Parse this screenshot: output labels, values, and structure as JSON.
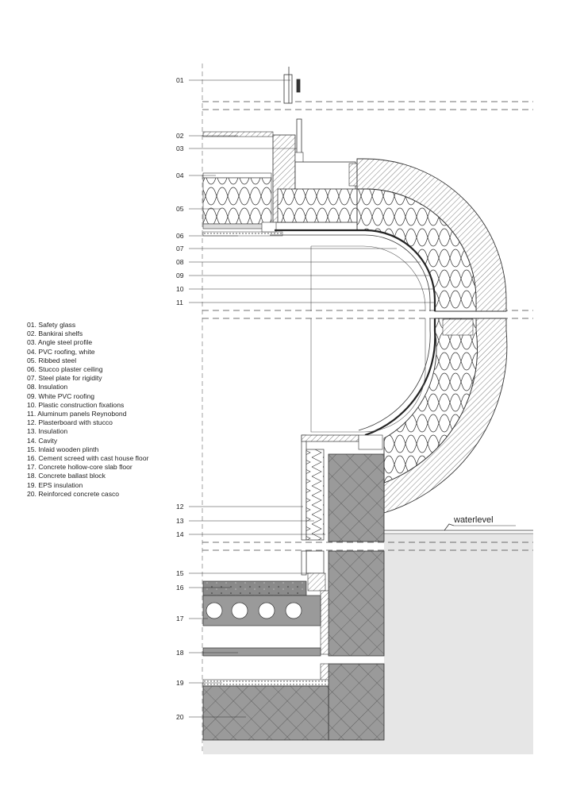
{
  "callouts": [
    {
      "num": "01"
    },
    {
      "num": "02"
    },
    {
      "num": "03"
    },
    {
      "num": "04"
    },
    {
      "num": "05"
    },
    {
      "num": "06"
    },
    {
      "num": "07"
    },
    {
      "num": "08"
    },
    {
      "num": "09"
    },
    {
      "num": "10"
    },
    {
      "num": "11"
    },
    {
      "num": "12"
    },
    {
      "num": "13"
    },
    {
      "num": "14"
    },
    {
      "num": "15"
    },
    {
      "num": "16"
    },
    {
      "num": "17"
    },
    {
      "num": "18"
    },
    {
      "num": "19"
    },
    {
      "num": "20"
    }
  ],
  "legend": [
    "01. Safety glass",
    "02. Bankirai shelfs",
    "03. Angle steel profile",
    "04. PVC roofing, white",
    "05. Ribbed steel",
    "06. Stucco plaster ceiling",
    "07. Steel plate for rigidity",
    "08. Insulation",
    "09. White PVC roofing",
    "10. Plastic construction fixations",
    "11. Aluminum panels Reynobond",
    "12. Plasterboard with stucco",
    "13. Insulation",
    "14. Cavity",
    "15. Inlaid wooden plinth",
    "16. Cement screed with cast house floor",
    "17. Concrete hollow-core slab floor",
    "18. Concrete ballast block",
    "19. EPS insulation",
    "20. Reinforced concrete casco"
  ],
  "waterlevel_label": "waterlevel"
}
